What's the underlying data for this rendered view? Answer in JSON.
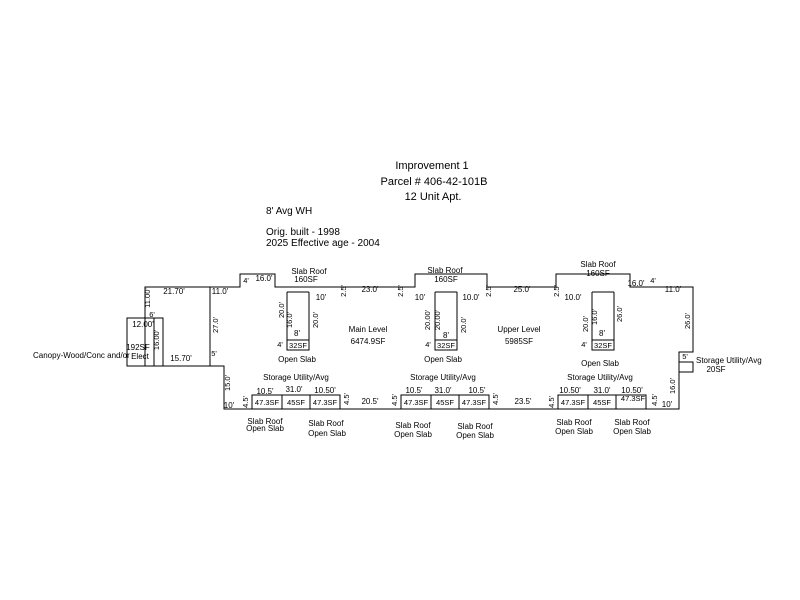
{
  "header": {
    "line1": "Improvement 1",
    "line2": "Parcel # 406-42-101B",
    "line3": "12 Unit Apt."
  },
  "notes": {
    "wall_height": "8' Avg WH",
    "orig_built": "Orig. built - 1998",
    "effective_age": "2025 Effective age - 2004"
  },
  "areas": {
    "main_level_label": "Main Level",
    "main_level_sf": "6474.9SF",
    "upper_level_label": "Upper Level",
    "upper_level_sf": "5985SF",
    "canopy_label": "Canopy-Wood/Conc  and/or",
    "canopy_sf": "192SF",
    "elect": "Elect",
    "storage_right_label": "Storage Utility/Avg",
    "storage_right_sf": "20SF",
    "slab_roof": "Slab Roof",
    "sf_160": "160SF",
    "open_slab": "Open Slab",
    "sf_32": "32SF",
    "storage_utility": "Storage Utility/Avg",
    "sf_47_3": "47.3SF",
    "sf_45": "45SF"
  },
  "dims": {
    "d21_70": "21.70'",
    "d11_0": "11.0'",
    "d16_0": "16.0'",
    "d10": "10'",
    "d2_5": "2.5'",
    "d23_0": "23.0'",
    "d25_0": "25.0'",
    "d10_0": "10.0'",
    "d12_00": "12.00'",
    "d11_00": "11.00'",
    "d6": "6'",
    "d16_00": "16.00'",
    "d15_70": "15.70'",
    "d27_0": "27.0'",
    "d5": "5'",
    "d15_0": "15.0'",
    "d20_0": "20.0'",
    "d20_00": "20.00'",
    "d26_0": "26.0'",
    "d16_0v": "16.0'",
    "d8": "8'",
    "d4": "4'",
    "d10_5": "10.5'",
    "d31_0": "31.0'",
    "d10_50": "10.50'",
    "d4_5": "4.5'",
    "d20_5": "20.5'",
    "d23_5": "23.5'",
    "d16_0r": "16.0'",
    "d11_0r": "11.0'",
    "d26_0r": "26.0'",
    "d16_0b": "16.0'"
  }
}
